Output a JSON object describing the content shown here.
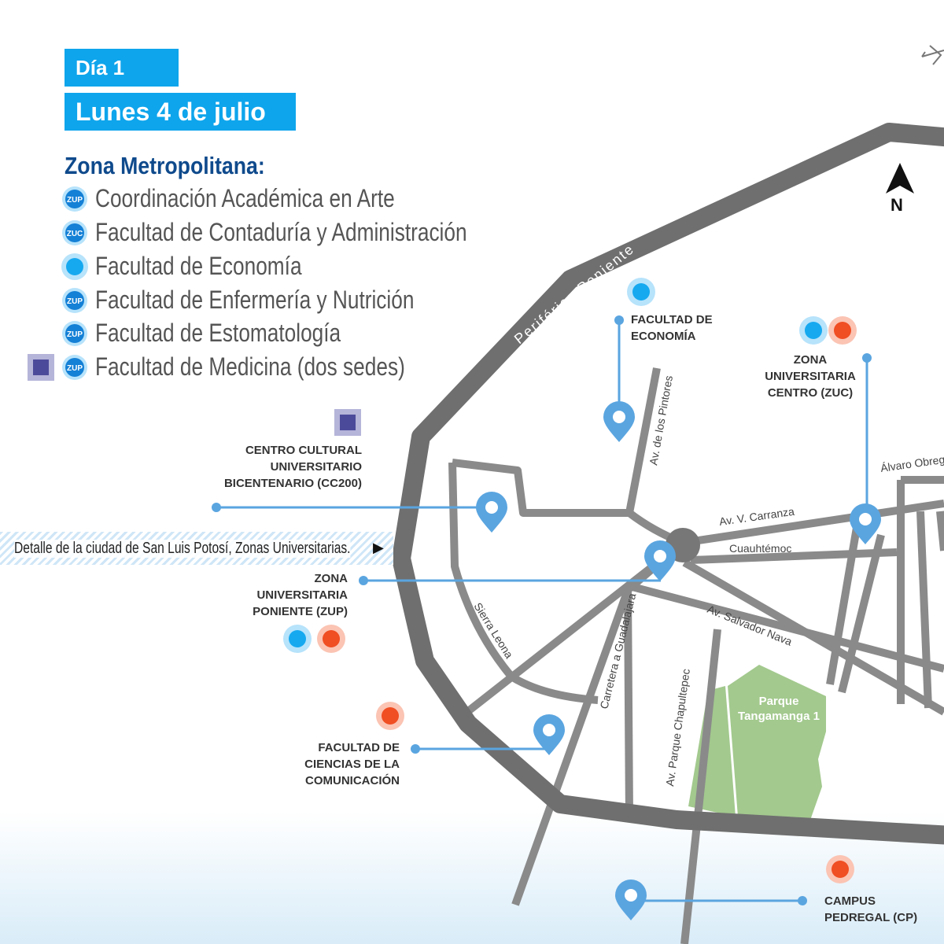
{
  "header": {
    "day": "Día 1",
    "date": "Lunes 4 de julio",
    "zone_title": "Zona Metropolitana:"
  },
  "faculties": [
    {
      "badge": "ZUP",
      "name": "Coordinación Académica en Arte"
    },
    {
      "badge": "ZUC",
      "name": "Facultad de Contaduría y Administración"
    },
    {
      "badge": "",
      "name": "Facultad de Economía"
    },
    {
      "badge": "ZUP",
      "name": "Facultad de Enfermería y Nutrición"
    },
    {
      "badge": "ZUP",
      "name": "Facultad de Estomatología"
    },
    {
      "badge": "ZUP",
      "name": "Facultad de Medicina (dos sedes)"
    }
  ],
  "map_labels": {
    "economia": [
      "FACULTAD DE",
      "ECONOMÍA"
    ],
    "zuc": [
      "ZONA",
      "UNIVERSITARIA",
      "CENTRO (ZUC)"
    ],
    "cc200": [
      "CENTRO CULTURAL",
      "UNIVERSITARIO",
      "BICENTENARIO (CC200)"
    ],
    "zup": [
      "ZONA",
      "UNIVERSITARIA",
      "PONIENTE (ZUP)"
    ],
    "comunicacion": [
      "FACULTAD DE",
      "CIENCIAS DE LA",
      "COMUNICACIÓN"
    ],
    "pedregal": [
      "CAMPUS",
      "PEDREGAL (CP)"
    ]
  },
  "roads": {
    "periferico": "Periférico Poniente",
    "pintores": "Av. de los Pintores",
    "obregon": "Álvaro Obregón",
    "carranza": "Av. V. Carranza",
    "cuauhtemoc": "Cuauhtémoc",
    "sierra": "Sierra Leona",
    "guadalajara": "Carretera a Guadalajara",
    "salvador": "Av. Salvador Nava",
    "chapultepec": "Av. Parque Chapultepec"
  },
  "park": [
    "Parque",
    "Tangamanga 1"
  ],
  "north": "N",
  "banner": "Detalle de la ciudad de San Luis Potosí, Zonas Universitarias.",
  "banner_arrow": "▶",
  "colors": {
    "tag_blue": "#0ea5ec",
    "title_navy": "#0f4a8c",
    "road_gray": "#777777",
    "pin_blue": "#5aa5e0",
    "dot_blue": "#16a9f0",
    "dot_red": "#f04e23",
    "medicina_purple": "#4b4a9a",
    "park_green": "#a3c98e"
  }
}
